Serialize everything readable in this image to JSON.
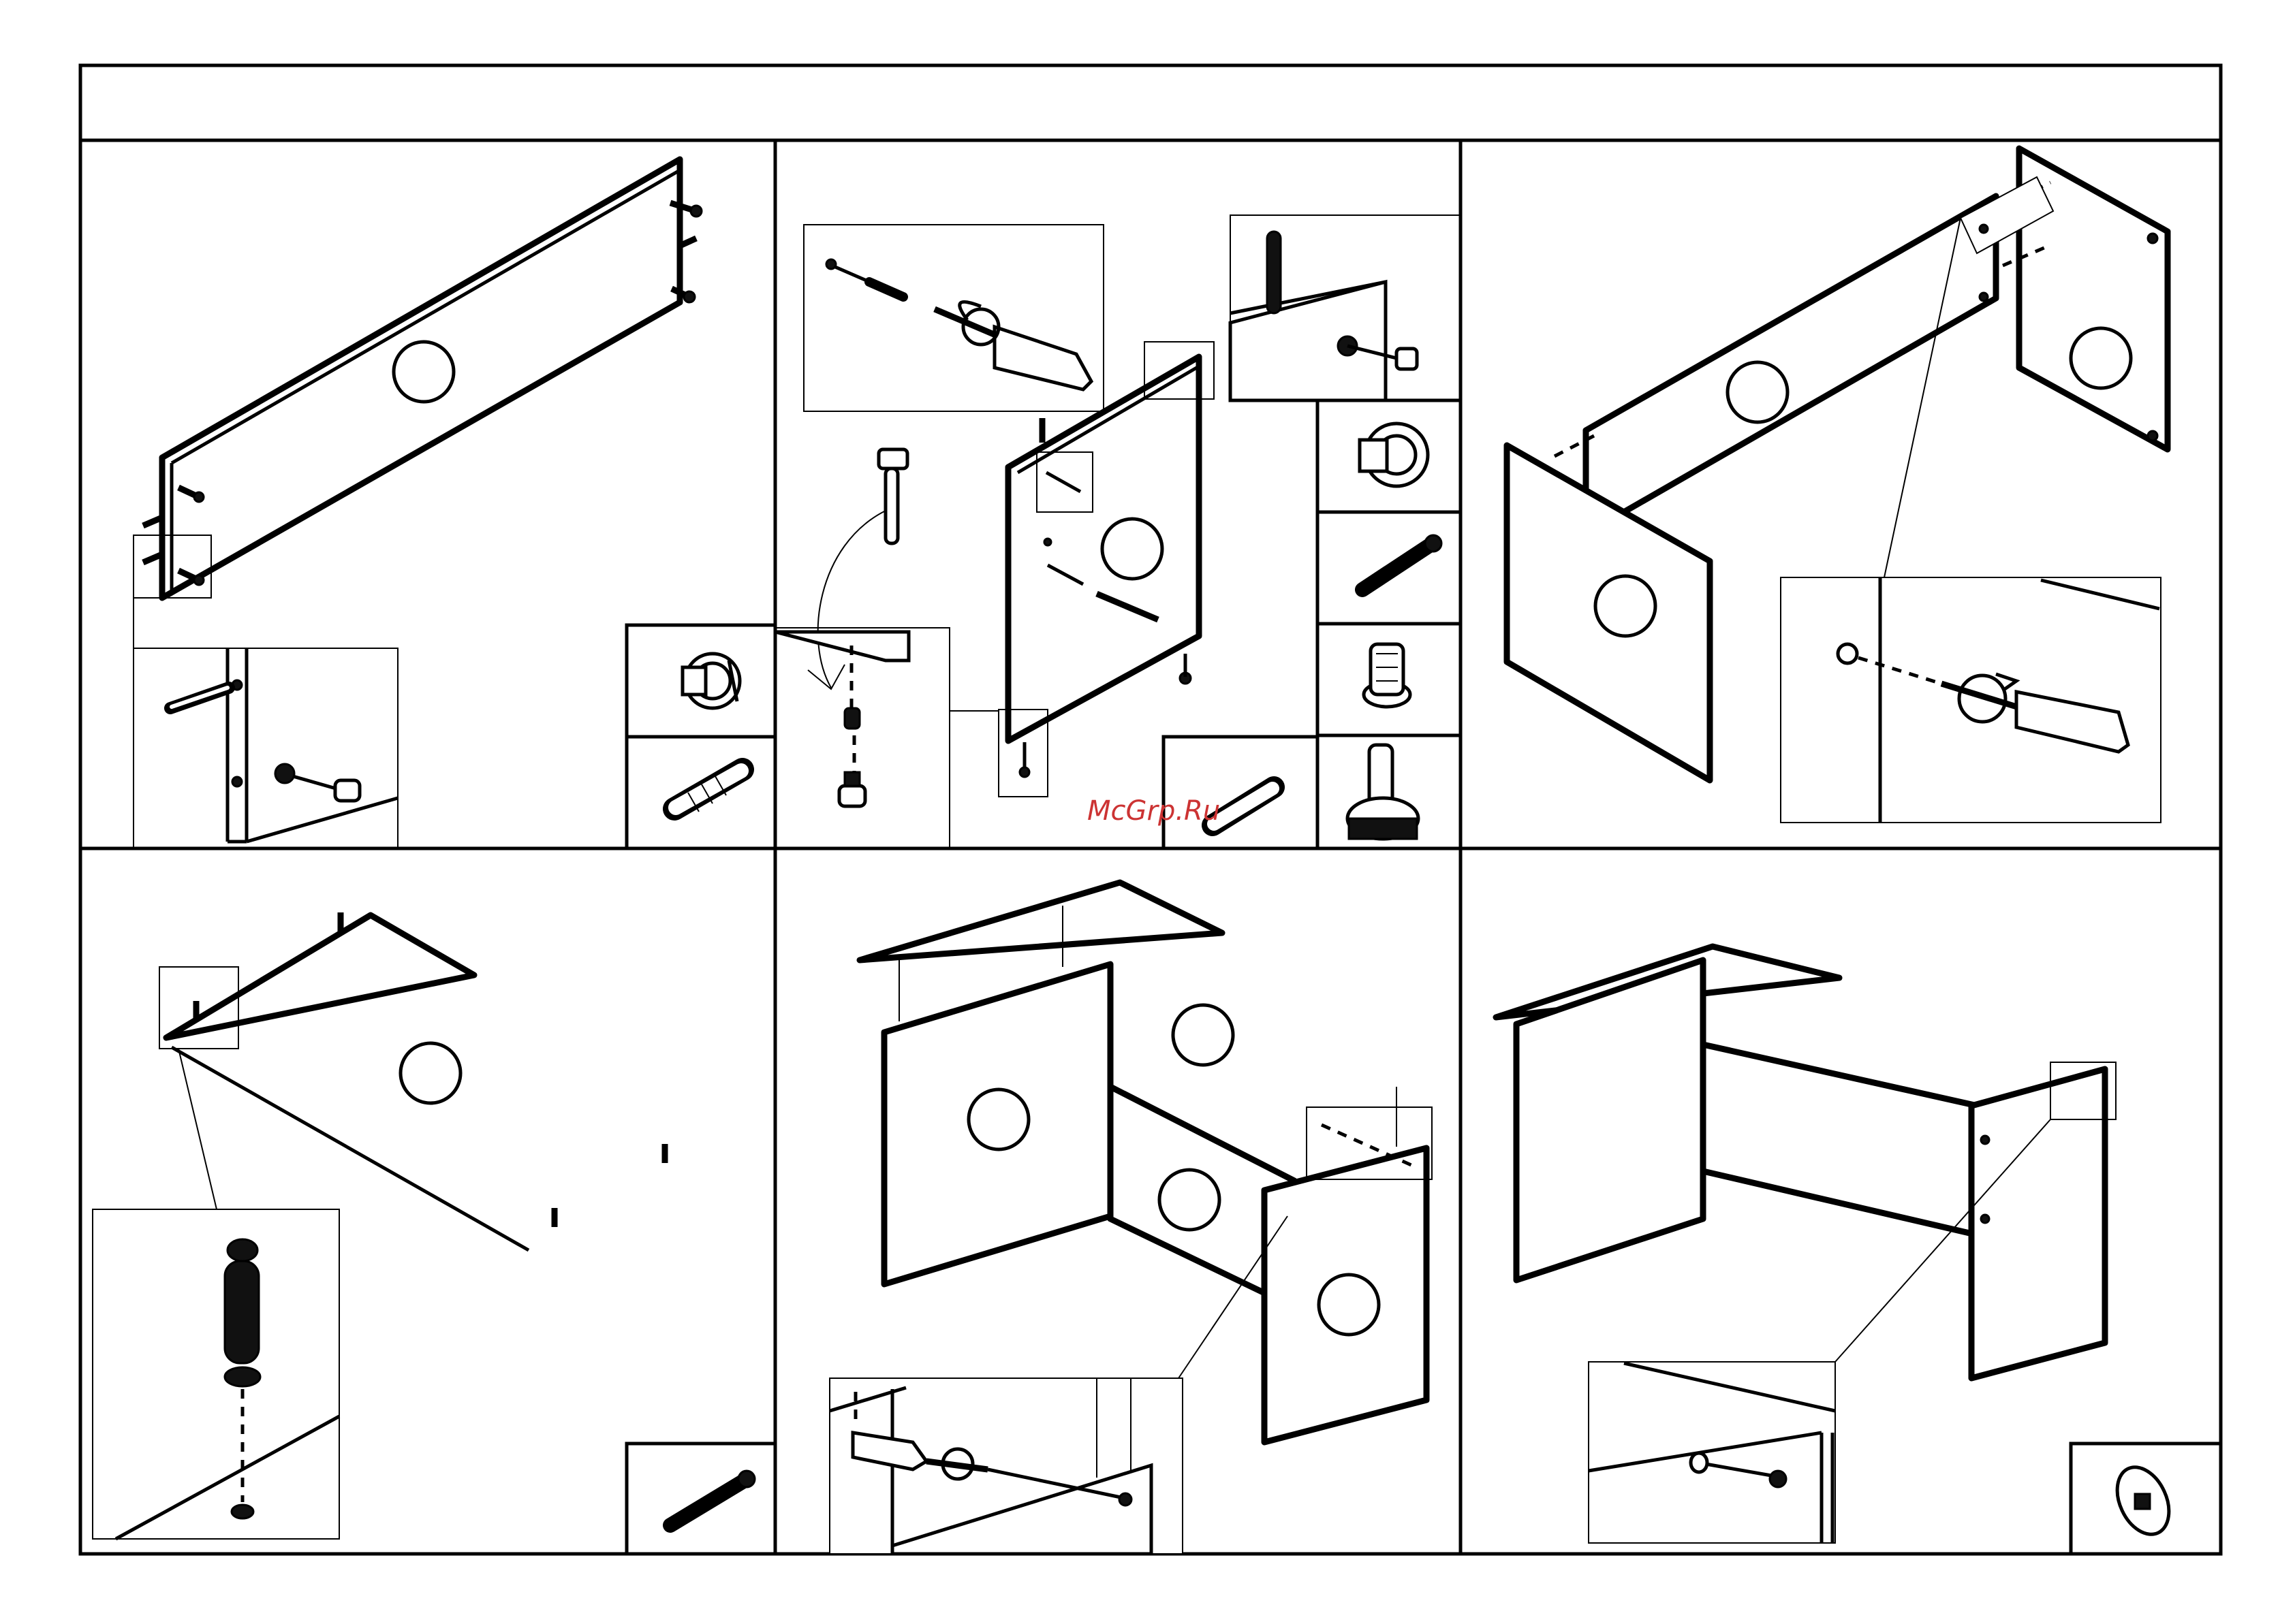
{
  "document": {
    "type": "assembly-instructions",
    "panel_count": 6
  },
  "watermark": {
    "text": "McGrp.Ru",
    "color": "#cc3333"
  },
  "colors": {
    "ink": "#000000",
    "paper": "#ffffff"
  },
  "icons": [
    "cam-lock-icon",
    "wooden-dowel-icon",
    "screwdriver-icon",
    "cam-bolt-icon",
    "threaded-insert-icon",
    "leveling-foot-icon",
    "hex-key-icon",
    "cover-cap-icon"
  ]
}
